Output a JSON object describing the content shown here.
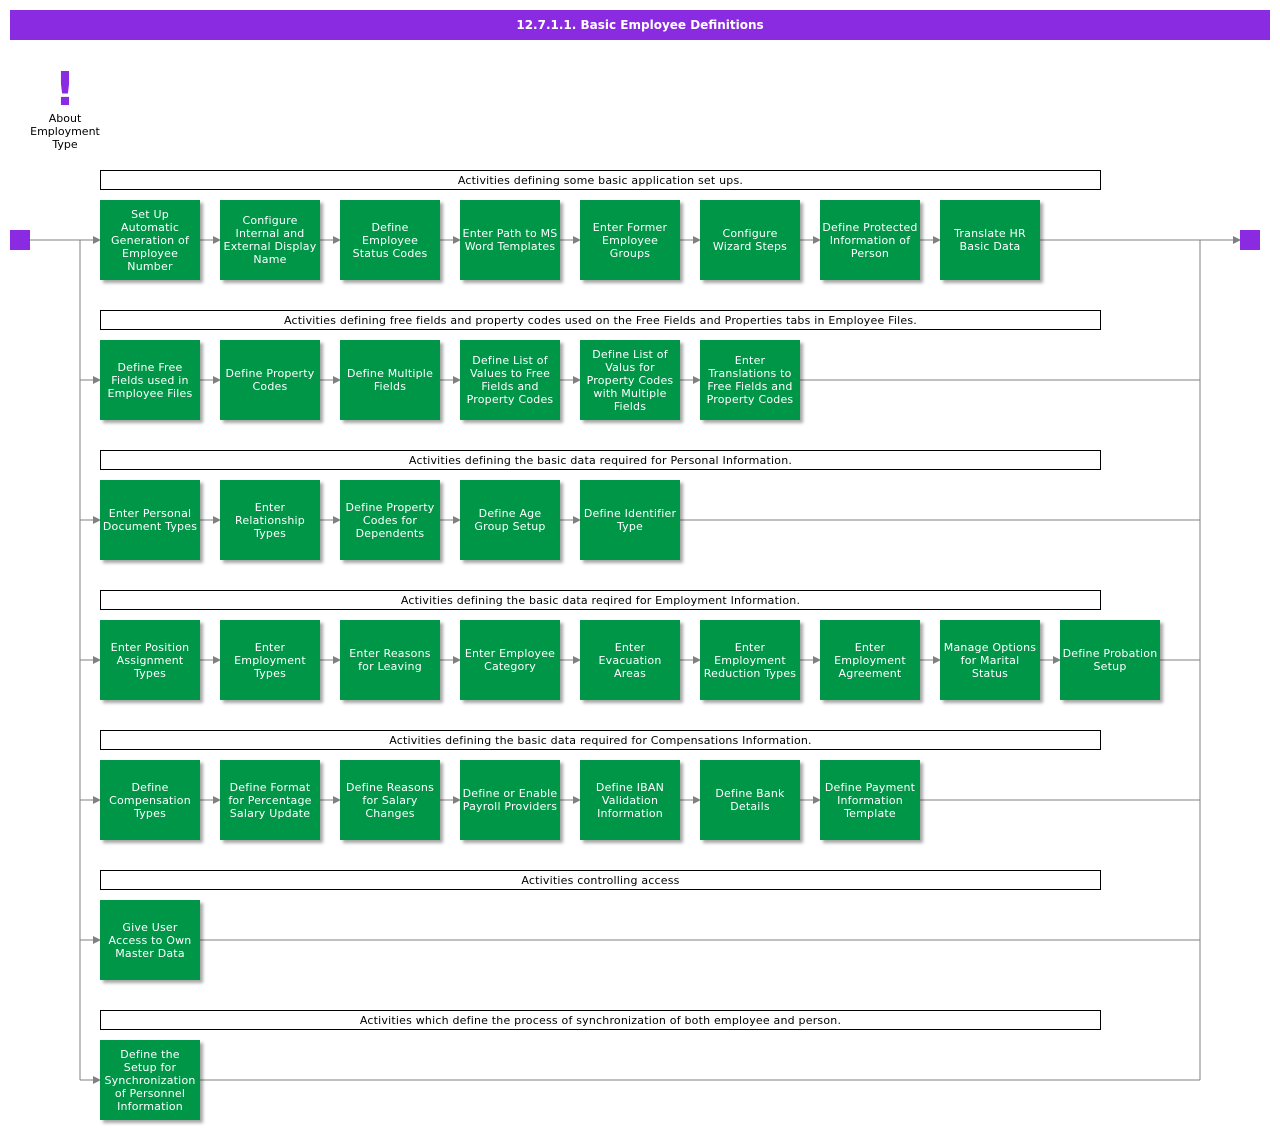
{
  "title": "12.7.1.1. Basic Employee Definitions",
  "note": {
    "icon": "exclamation-icon",
    "label": "About Employment Type"
  },
  "colors": {
    "title_bar": "#8a2be2",
    "activity": "#009647",
    "terminal": "#8a2be2",
    "connector": "#808080"
  },
  "groups": [
    {
      "header": "Activities defining some basic application set ups.",
      "activities": [
        "Set Up Automatic Generation of Employee Number",
        "Configure Internal and External Display Name",
        "Define Employee Status Codes",
        "Enter Path to MS Word Templates",
        "Enter Former Employee Groups",
        "Configure Wizard Steps",
        "Define Protected Information of Person",
        "Translate HR Basic Data"
      ]
    },
    {
      "header": "Activities defining free fields and property codes used on the Free Fields and Properties tabs in Employee Files.",
      "activities": [
        "Define Free Fields used in Employee Files",
        "Define Property Codes",
        "Define Multiple Fields",
        "Define List of Values to Free Fields and Property Codes",
        "Define List of Valus for Property Codes with Multiple Fields",
        "Enter Translations to Free Fields and Property Codes"
      ]
    },
    {
      "header": "Activities defining the basic data required for Personal Information.",
      "activities": [
        "Enter Personal Document Types",
        "Enter Relationship Types",
        "Define Property Codes for Dependents",
        "Define Age Group Setup",
        "Define Identifier Type"
      ]
    },
    {
      "header": "Activities defining the basic data reqired for Employment Information.",
      "activities": [
        "Enter Position Assignment Types",
        "Enter Employment Types",
        "Enter Reasons for Leaving",
        "Enter Employee Category",
        "Enter Evacuation Areas",
        "Enter Employment Reduction Types",
        "Enter Employment Agreement",
        "Manage Options for Marital Status",
        "Define Probation Setup"
      ]
    },
    {
      "header": "Activities defining the basic data required for Compensations Information.",
      "activities": [
        "Define Compensation Types",
        "Define Format for Percentage Salary Update",
        "Define Reasons for Salary Changes",
        "Define or Enable Payroll Providers",
        "Define IBAN Validation Information",
        "Define Bank Details",
        "Define Payment Information Template"
      ]
    },
    {
      "header": "Activities controlling access",
      "activities": [
        "Give User Access to Own Master Data"
      ]
    },
    {
      "header": "Activities which define the process of synchronization of both employee and person.",
      "activities": [
        "Define the Setup for Synchronization of Personnel Information"
      ]
    }
  ]
}
